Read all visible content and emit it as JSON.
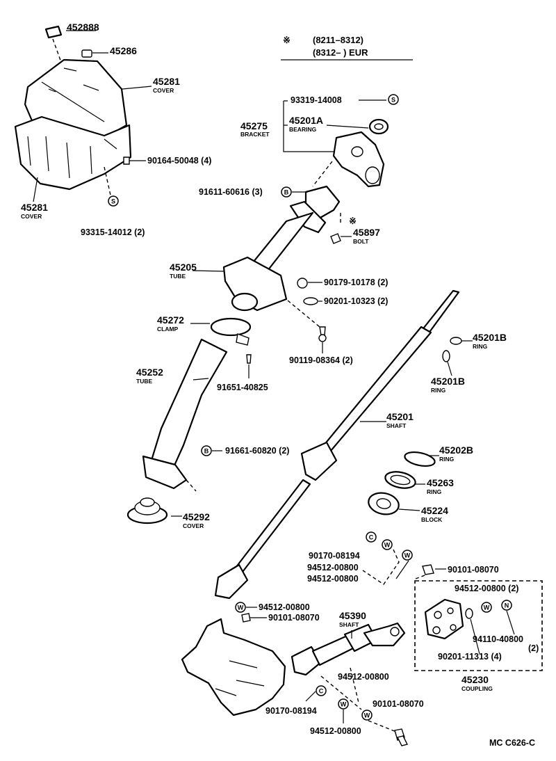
{
  "header": {
    "symbol": "※",
    "range1": "(8211–8312)",
    "range2": "(8312–        ) EUR"
  },
  "labels": {
    "p452888": "452888",
    "p45286": "45286",
    "p45281a": "45281",
    "p45281a_sub": "COVER",
    "p45281b": "45281",
    "p45281b_sub": "COVER",
    "p90164": "90164-50048 (4)",
    "p93315": "93315-14012 (2)",
    "p93319": "93319-14008",
    "p45275": "45275",
    "p45275_sub": "BRACKET",
    "p45201A": "45201A",
    "p45201A_sub": "BEARING",
    "p91611": "91611-60616 (3)",
    "p45897": "45897",
    "p45897_sub": "BOLT",
    "p45205": "45205",
    "p45205_sub": "TUBE",
    "p90179": "90179-10178 (2)",
    "p90201a": "90201-10323 (2)",
    "p45272": "45272",
    "p45272_sub": "CLAMP",
    "p90119": "90119-08364 (2)",
    "p45201Ba": "45201B",
    "p45201Ba_sub": "RING",
    "p45201Bb": "45201B",
    "p45201Bb_sub": "RING",
    "p45252": "45252",
    "p45252_sub": "TUBE",
    "p91651": "91651-40825",
    "p45201": "45201",
    "p45201_sub": "SHAFT",
    "p91661": "91661-60820 (2)",
    "p45202B": "45202B",
    "p45202B_sub": "RING",
    "p45263": "45263",
    "p45263_sub": "RING",
    "p45224": "45224",
    "p45224_sub": "BLOCK",
    "p45292": "45292",
    "p45292_sub": "COVER",
    "p90170a": "90170-08194",
    "p94512a": "94512-00800",
    "p94512b": "94512-00800",
    "p90101a": "90101-08070",
    "p94512c": "94512-00800 (2)",
    "p94512d": "94512-00800",
    "p90101b": "90101-08070",
    "p45390": "45390",
    "p45390_sub": "SHAFT",
    "p94110": "94110-40800",
    "p94110_qty": "(2)",
    "p90201b": "90201-11313 (4)",
    "p94512e": "94512-00800",
    "p90101c": "90101-08070",
    "p90170b": "90170-08194",
    "p94512f": "94512-00800",
    "p45230": "45230",
    "p45230_sub": "COUPLING",
    "code": "MC C626-C"
  },
  "symbols": {
    "S": "S",
    "B": "B",
    "C": "C",
    "W": "W",
    "N": "N"
  }
}
